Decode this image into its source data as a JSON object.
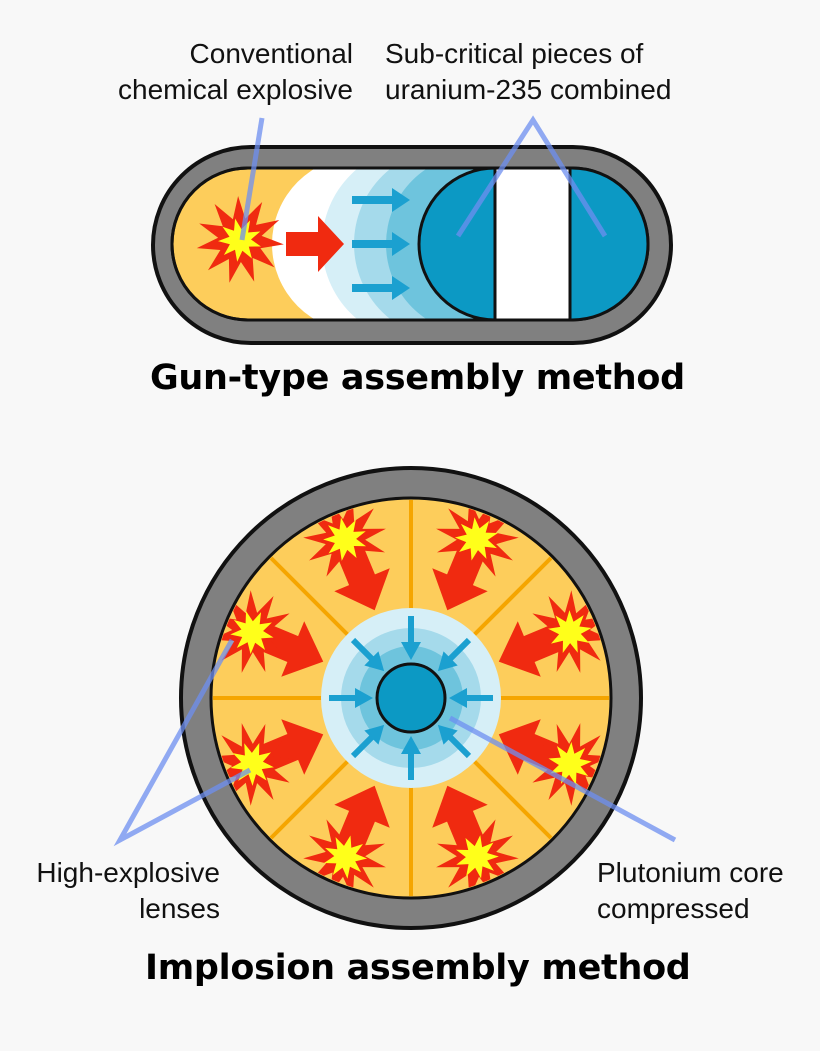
{
  "labels": {
    "conventional_explosive": [
      "Conventional",
      "chemical explosive"
    ],
    "subcritical_pieces": [
      "Sub-critical pieces of",
      "uranium-235 combined"
    ],
    "high_explosive_lenses": [
      "High-explosive",
      "lenses"
    ],
    "plutonium_core": [
      "Plutonium core",
      "compressed"
    ]
  },
  "titles": {
    "gun_type": "Gun-type assembly method",
    "implosion": "Implosion assembly method"
  },
  "colors": {
    "casing": "#808080",
    "outline": "#111111",
    "explosive_fill": "#fdcd5b",
    "flash_red": "#f02a10",
    "flash_yellow": "#ffff1a",
    "uranium": "#0c99c4",
    "shock_light": "#d6eff7",
    "shock_mid": "#a5daeb",
    "shock_dark": "#6ec4dd",
    "arrow_blue": "#1ba0d0",
    "pointer": "#6e8ff0",
    "lens_divider": "#f5a500"
  },
  "lens_count": 8,
  "core_arrow_count": 8
}
